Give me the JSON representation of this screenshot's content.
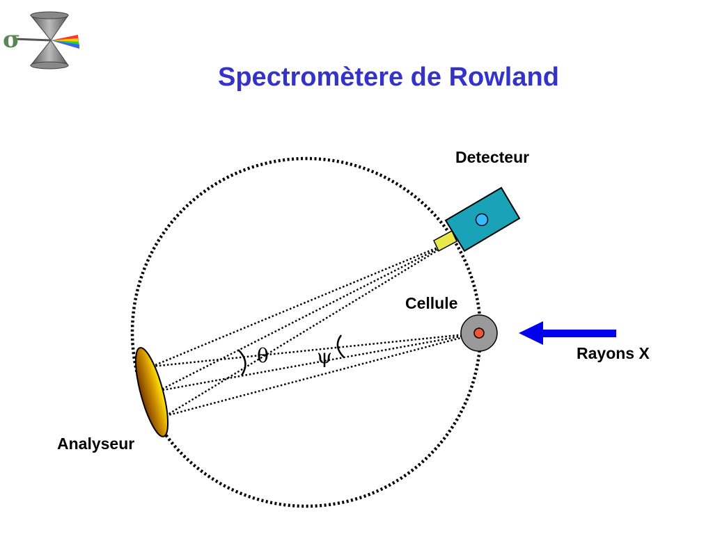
{
  "title": "Spectromètere de Rowland",
  "labels": {
    "detector": "Detecteur",
    "cell": "Cellule",
    "xrays": "Rayons X",
    "analyzer": "Analyseur",
    "theta": "θ",
    "psi": "ψ"
  },
  "colors": {
    "title": "#3333cc",
    "arrow": "#0000ee",
    "detector_body": "#1aa3b8",
    "detector_window": "#e8e84a",
    "detector_dot": "#33bbff",
    "cell": "#999999",
    "cell_dot": "#ee5533",
    "analyzer_light": "#ffee00",
    "analyzer_dark": "#7a3a00"
  },
  "logo": "spectroscopy-logo-icon"
}
